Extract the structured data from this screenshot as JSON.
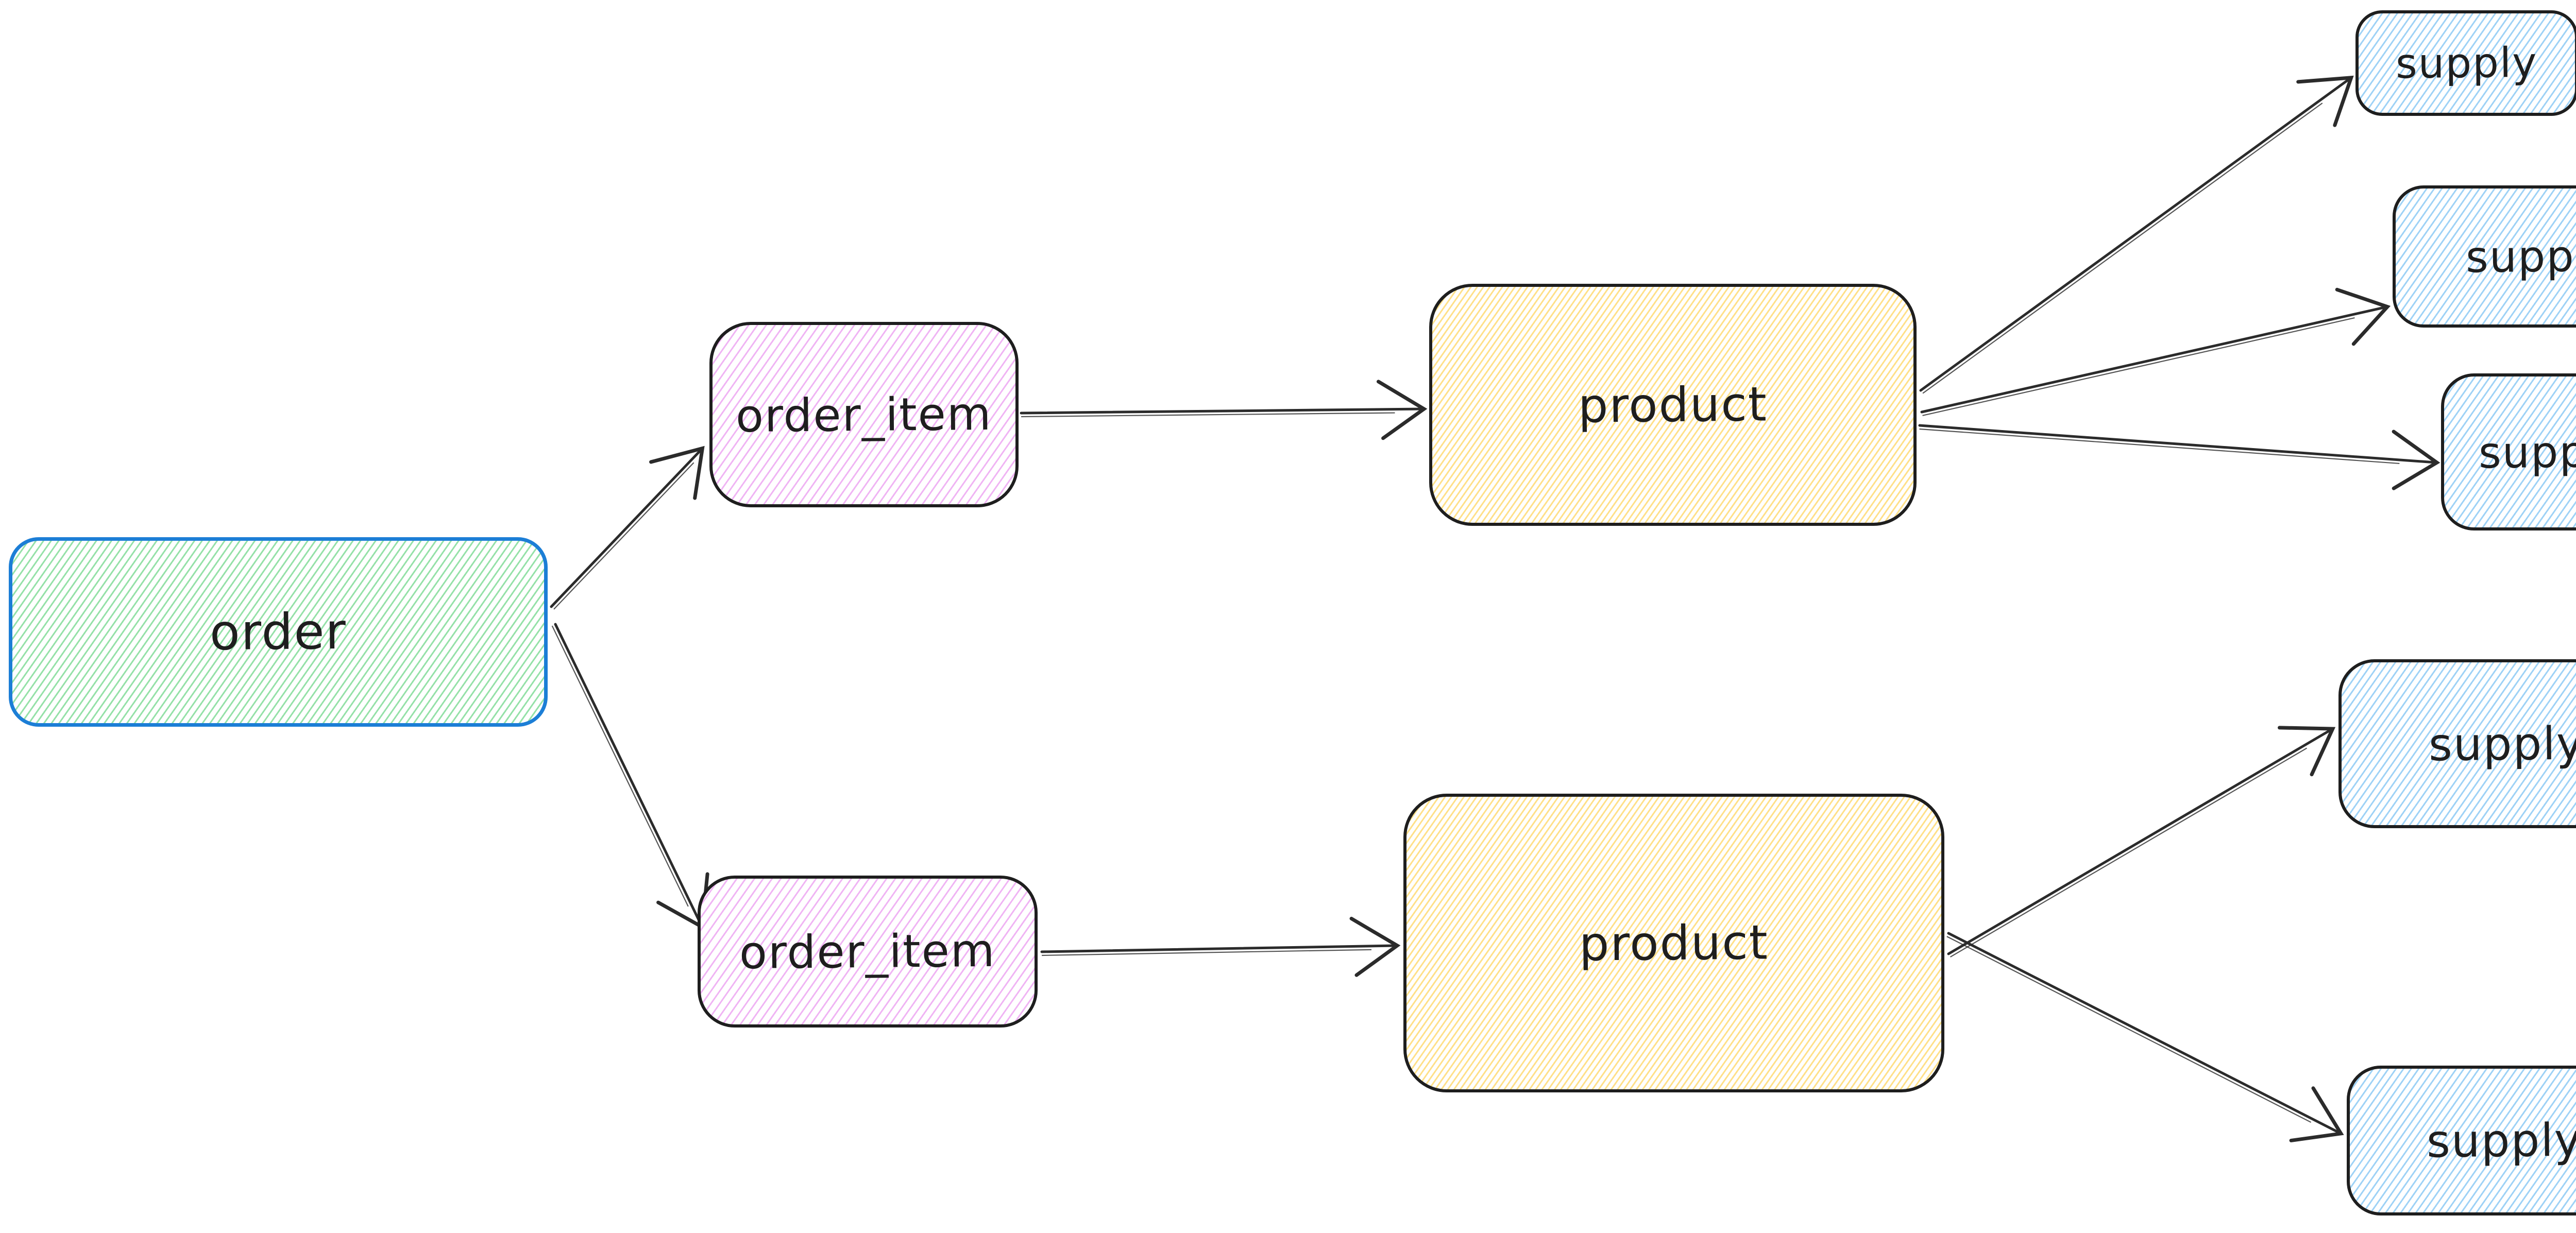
{
  "diagram": {
    "background": "#ffffff",
    "text_color": "#1e1e1e",
    "arrow_color": "#2b2b2b",
    "nodes": [
      {
        "id": "order",
        "label": "order",
        "fill": "green-hachure",
        "hatch_color": "#95e1a8",
        "stroke_color": "#1c7ed6"
      },
      {
        "id": "order-item-1",
        "label": "order_item",
        "fill": "pink-hachure",
        "hatch_color": "#f0b4f4",
        "stroke_color": "#1e1e1e"
      },
      {
        "id": "order-item-2",
        "label": "order_item",
        "fill": "pink-hachure",
        "hatch_color": "#f0b4f4",
        "stroke_color": "#1e1e1e"
      },
      {
        "id": "product-1",
        "label": "product",
        "fill": "yellow-hachure",
        "hatch_color": "#ffe089",
        "stroke_color": "#1e1e1e"
      },
      {
        "id": "product-2",
        "label": "product",
        "fill": "yellow-hachure",
        "hatch_color": "#ffe089",
        "stroke_color": "#1e1e1e"
      },
      {
        "id": "supply-1",
        "label": "supply",
        "fill": "blue-hachure",
        "hatch_color": "#9ed2f6",
        "stroke_color": "#1e1e1e"
      },
      {
        "id": "supply-2",
        "label": "supply",
        "fill": "blue-hachure",
        "hatch_color": "#9ed2f6",
        "stroke_color": "#1e1e1e"
      },
      {
        "id": "supply-3",
        "label": "supply",
        "fill": "blue-hachure",
        "hatch_color": "#9ed2f6",
        "stroke_color": "#1e1e1e"
      },
      {
        "id": "supply-4",
        "label": "supply",
        "fill": "blue-hachure",
        "hatch_color": "#9ed2f6",
        "stroke_color": "#1e1e1e"
      },
      {
        "id": "supply-5",
        "label": "supply",
        "fill": "blue-hachure",
        "hatch_color": "#9ed2f6",
        "stroke_color": "#1e1e1e"
      }
    ],
    "edges": [
      {
        "id": "order-to-order-item-1",
        "from": "order",
        "to": "order-item-1"
      },
      {
        "id": "order-to-order-item-2",
        "from": "order",
        "to": "order-item-2"
      },
      {
        "id": "order-item-1-to-product-1",
        "from": "order-item-1",
        "to": "product-1"
      },
      {
        "id": "order-item-2-to-product-2",
        "from": "order-item-2",
        "to": "product-2"
      },
      {
        "id": "product-1-to-supply-1",
        "from": "product-1",
        "to": "supply-1"
      },
      {
        "id": "product-1-to-supply-2",
        "from": "product-1",
        "to": "supply-2"
      },
      {
        "id": "product-1-to-supply-3",
        "from": "product-1",
        "to": "supply-3"
      },
      {
        "id": "product-2-to-supply-4",
        "from": "product-2",
        "to": "supply-4"
      },
      {
        "id": "product-2-to-supply-5",
        "from": "product-2",
        "to": "supply-5"
      }
    ]
  }
}
